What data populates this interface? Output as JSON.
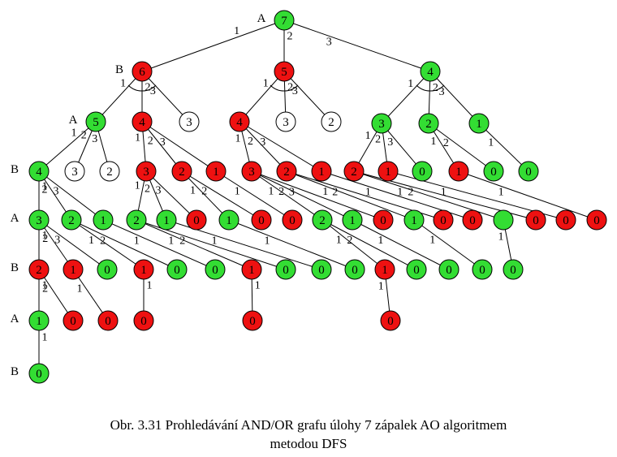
{
  "colors": {
    "win": "#33dd33",
    "lose": "#ee1111",
    "unexplored": "#ffffff"
  },
  "caption": {
    "line1": "Obr. 3.31   Prohledávání AND/OR grafu úlohy 7 zápalek AO algoritmem",
    "line2": "metodou DFS"
  },
  "nodes": [
    {
      "id": "root",
      "label": "7",
      "state": "win",
      "level": "A"
    },
    {
      "id": "n6",
      "label": "6",
      "state": "lose",
      "level": "B"
    },
    {
      "id": "n5",
      "label": "5",
      "state": "lose"
    },
    {
      "id": "n4",
      "label": "4",
      "state": "win"
    },
    {
      "id": "a5",
      "label": "5",
      "state": "win",
      "level": "A"
    },
    {
      "id": "a4",
      "label": "4",
      "state": "lose"
    },
    {
      "id": "a3",
      "label": "3",
      "state": "unexplored"
    },
    {
      "id": "b4",
      "label": "4",
      "state": "lose"
    },
    {
      "id": "b3",
      "label": "3",
      "state": "unexplored"
    },
    {
      "id": "b2",
      "label": "2",
      "state": "unexplored"
    },
    {
      "id": "c3",
      "label": "3",
      "state": "win"
    },
    {
      "id": "c2",
      "label": "2",
      "state": "win"
    },
    {
      "id": "c1",
      "label": "1",
      "state": "win"
    },
    {
      "id": "d4",
      "label": "4",
      "state": "win",
      "level": "B"
    },
    {
      "id": "d3",
      "label": "3",
      "state": "unexplored"
    },
    {
      "id": "d2",
      "label": "2",
      "state": "unexplored"
    },
    {
      "id": "e3",
      "label": "3",
      "state": "lose"
    },
    {
      "id": "e2",
      "label": "2",
      "state": "lose"
    },
    {
      "id": "e1",
      "label": "1",
      "state": "lose"
    },
    {
      "id": "f3",
      "label": "3",
      "state": "lose"
    },
    {
      "id": "f2",
      "label": "2",
      "state": "lose"
    },
    {
      "id": "f1",
      "label": "1",
      "state": "lose"
    },
    {
      "id": "g2",
      "label": "2",
      "state": "lose"
    },
    {
      "id": "g1",
      "label": "1",
      "state": "lose"
    },
    {
      "id": "g0",
      "label": "0",
      "state": "win"
    },
    {
      "id": "h1",
      "label": "1",
      "state": "lose"
    },
    {
      "id": "h0",
      "label": "0",
      "state": "win"
    },
    {
      "id": "i0",
      "label": "0",
      "state": "win"
    },
    {
      "id": "j3",
      "label": "3",
      "state": "win",
      "level": "A"
    },
    {
      "id": "j2",
      "label": "2",
      "state": "win"
    },
    {
      "id": "j1",
      "label": "1",
      "state": "win"
    },
    {
      "id": "k2",
      "label": "2",
      "state": "win"
    },
    {
      "id": "k1",
      "label": "1",
      "state": "win"
    },
    {
      "id": "k0",
      "label": "0",
      "state": "lose"
    },
    {
      "id": "l1",
      "label": "1",
      "state": "win"
    },
    {
      "id": "l0",
      "label": "0",
      "state": "lose"
    },
    {
      "id": "m0",
      "label": "0",
      "state": "lose"
    },
    {
      "id": "n2",
      "label": "2",
      "state": "win"
    },
    {
      "id": "n1",
      "label": "1",
      "state": "win"
    },
    {
      "id": "n0",
      "label": "0",
      "state": "lose"
    },
    {
      "id": "o1",
      "label": "1",
      "state": "win"
    },
    {
      "id": "o0",
      "label": "0",
      "state": "lose"
    },
    {
      "id": "p0",
      "label": "0",
      "state": "lose"
    },
    {
      "id": "q",
      "label": "",
      "state": "win"
    },
    {
      "id": "r0",
      "label": "0",
      "state": "lose"
    },
    {
      "id": "s0",
      "label": "0",
      "state": "lose"
    },
    {
      "id": "t0",
      "label": "0",
      "state": "lose"
    },
    {
      "id": "u2",
      "label": "2",
      "state": "lose",
      "level": "B"
    },
    {
      "id": "u1",
      "label": "1",
      "state": "lose"
    },
    {
      "id": "v0",
      "label": "0",
      "state": "win"
    },
    {
      "id": "w1",
      "label": "1",
      "state": "lose"
    },
    {
      "id": "x0",
      "label": "0",
      "state": "win"
    },
    {
      "id": "y0",
      "label": "0",
      "state": "win"
    },
    {
      "id": "z1",
      "label": "1",
      "state": "lose"
    },
    {
      "id": "z0",
      "label": "0",
      "state": "win"
    },
    {
      "id": "aa0",
      "label": "0",
      "state": "win"
    },
    {
      "id": "bb0",
      "label": "0",
      "state": "win"
    },
    {
      "id": "cc1",
      "label": "1",
      "state": "lose"
    },
    {
      "id": "cc0",
      "label": "0",
      "state": "win"
    },
    {
      "id": "dd0",
      "label": "0",
      "state": "win"
    },
    {
      "id": "ee0",
      "label": "0",
      "state": "win"
    },
    {
      "id": "ff0",
      "label": "0",
      "state": "win"
    },
    {
      "id": "gg1",
      "label": "1",
      "state": "win",
      "level": "A"
    },
    {
      "id": "gg0",
      "label": "0",
      "state": "lose"
    },
    {
      "id": "hh0",
      "label": "0",
      "state": "lose"
    },
    {
      "id": "ii0",
      "label": "0",
      "state": "lose"
    },
    {
      "id": "jj0",
      "label": "0",
      "state": "lose"
    },
    {
      "id": "kk0",
      "label": "0",
      "state": "lose"
    },
    {
      "id": "ll0",
      "label": "0",
      "state": "win",
      "level": "B"
    }
  ],
  "edges": [
    {
      "from": "root",
      "to": "n6",
      "label": "1"
    },
    {
      "from": "root",
      "to": "n5",
      "label": "2"
    },
    {
      "from": "root",
      "to": "n4",
      "label": "3"
    },
    {
      "from": "n6",
      "to": "a5",
      "label": "1"
    },
    {
      "from": "n6",
      "to": "a4",
      "label": "2"
    },
    {
      "from": "n6",
      "to": "a3",
      "label": "3"
    },
    {
      "from": "n5",
      "to": "b4",
      "label": "1"
    },
    {
      "from": "n5",
      "to": "b3",
      "label": "2"
    },
    {
      "from": "n5",
      "to": "b2",
      "label": "3"
    },
    {
      "from": "n4",
      "to": "c3",
      "label": "1"
    },
    {
      "from": "n4",
      "to": "c2",
      "label": "2"
    },
    {
      "from": "n4",
      "to": "c1",
      "label": "3"
    },
    {
      "from": "a5",
      "to": "d4",
      "label": "1"
    },
    {
      "from": "a5",
      "to": "d3",
      "label": "2"
    },
    {
      "from": "a5",
      "to": "d2",
      "label": "3"
    },
    {
      "from": "a4",
      "to": "e3",
      "label": "1"
    },
    {
      "from": "a4",
      "to": "e2",
      "label": "2"
    },
    {
      "from": "a4",
      "to": "e1",
      "label": "3"
    },
    {
      "from": "b4",
      "to": "f3",
      "label": "1"
    },
    {
      "from": "b4",
      "to": "f2",
      "label": "2"
    },
    {
      "from": "b4",
      "to": "f1",
      "label": "3"
    },
    {
      "from": "c3",
      "to": "g2",
      "label": "1"
    },
    {
      "from": "c3",
      "to": "g1",
      "label": "2"
    },
    {
      "from": "c3",
      "to": "g0",
      "label": "3"
    },
    {
      "from": "c2",
      "to": "h1",
      "label": "1"
    },
    {
      "from": "c2",
      "to": "h0",
      "label": "2"
    },
    {
      "from": "c1",
      "to": "i0",
      "label": "1"
    },
    {
      "from": "d4",
      "to": "j3",
      "label": "1"
    },
    {
      "from": "d4",
      "to": "j2",
      "label": "2"
    },
    {
      "from": "d4",
      "to": "j1",
      "label": "3"
    },
    {
      "from": "e3",
      "to": "k2",
      "label": "1"
    },
    {
      "from": "e3",
      "to": "k1",
      "label": "2"
    },
    {
      "from": "e3",
      "to": "k0",
      "label": "3"
    },
    {
      "from": "e2",
      "to": "l1",
      "label": "1"
    },
    {
      "from": "e2",
      "to": "l0",
      "label": "2"
    },
    {
      "from": "e1",
      "to": "m0",
      "label": "1"
    },
    {
      "from": "f3",
      "to": "n2",
      "label": "1"
    },
    {
      "from": "f3",
      "to": "n1",
      "label": "2"
    },
    {
      "from": "f3",
      "to": "n0",
      "label": "3"
    },
    {
      "from": "f2",
      "to": "o1",
      "label": "1"
    },
    {
      "from": "f2",
      "to": "o0",
      "label": "2"
    },
    {
      "from": "f1",
      "to": "p0",
      "label": "1"
    },
    {
      "from": "g2",
      "to": "q",
      "label": "1"
    },
    {
      "from": "g2",
      "to": "r0",
      "label": "2"
    },
    {
      "from": "g1",
      "to": "s0",
      "label": "1"
    },
    {
      "from": "h1",
      "to": "t0",
      "label": "1"
    },
    {
      "from": "j3",
      "to": "u2",
      "label": "1"
    },
    {
      "from": "j3",
      "to": "u1",
      "label": "2"
    },
    {
      "from": "j3",
      "to": "v0",
      "label": "3"
    },
    {
      "from": "j2",
      "to": "w1",
      "label": "1"
    },
    {
      "from": "j2",
      "to": "x0",
      "label": "2"
    },
    {
      "from": "j1",
      "to": "y0",
      "label": "1"
    },
    {
      "from": "k2",
      "to": "z1",
      "label": "1"
    },
    {
      "from": "k2",
      "to": "z0",
      "label": "2"
    },
    {
      "from": "k1",
      "to": "aa0",
      "label": "1"
    },
    {
      "from": "l1",
      "to": "bb0",
      "label": "1"
    },
    {
      "from": "n2",
      "to": "cc1",
      "label": "1"
    },
    {
      "from": "n2",
      "to": "cc0",
      "label": "2"
    },
    {
      "from": "n1",
      "to": "dd0",
      "label": "1"
    },
    {
      "from": "o1",
      "to": "ee0",
      "label": "1"
    },
    {
      "from": "q",
      "to": "ff0",
      "label": "1"
    },
    {
      "from": "u2",
      "to": "gg1",
      "label": "1"
    },
    {
      "from": "u2",
      "to": "gg0",
      "label": "2"
    },
    {
      "from": "u1",
      "to": "hh0",
      "label": "1"
    },
    {
      "from": "w1",
      "to": "ii0",
      "label": "1"
    },
    {
      "from": "z1",
      "to": "jj0",
      "label": "1"
    },
    {
      "from": "cc1",
      "to": "kk0",
      "label": "1"
    },
    {
      "from": "gg1",
      "to": "ll0",
      "label": "1"
    }
  ],
  "and_arcs": [
    "n6",
    "n5",
    "n4"
  ]
}
